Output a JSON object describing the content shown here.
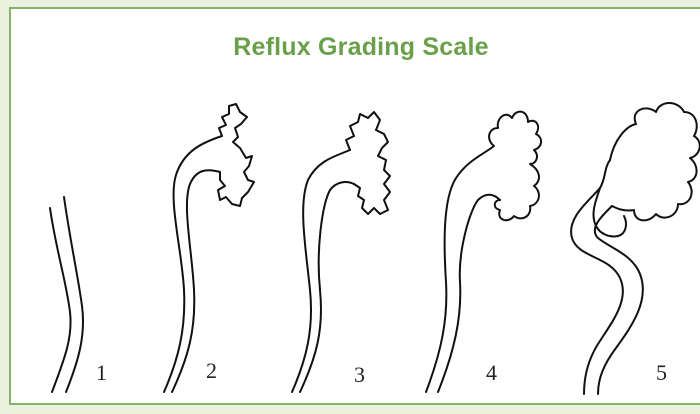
{
  "title": "Reflux Grading Scale",
  "grades": [
    {
      "label": "1",
      "icon": "grade-1-ureter"
    },
    {
      "label": "2",
      "icon": "grade-2-ureter-kidney"
    },
    {
      "label": "3",
      "icon": "grade-3-ureter-kidney"
    },
    {
      "label": "4",
      "icon": "grade-4-ureter-kidney"
    },
    {
      "label": "5",
      "icon": "grade-5-ureter-kidney"
    }
  ],
  "colors": {
    "title": "#6aa04a",
    "border": "#86b36c",
    "outer_background": "#eaf2df",
    "line": "#111111"
  }
}
